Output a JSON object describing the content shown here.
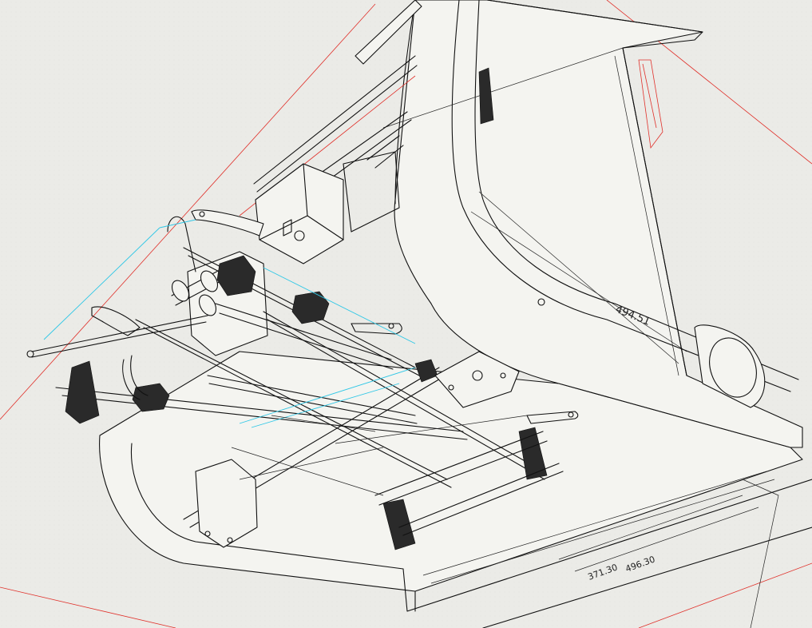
{
  "scene": {
    "background": "#e9e9e5",
    "line_color": "#111111",
    "section_plane_color": "#e0302a",
    "guide_color": "#2fc7e6"
  },
  "dimensions": {
    "main": "494.51",
    "lower_a": "371.30",
    "lower_b": "496.30"
  }
}
